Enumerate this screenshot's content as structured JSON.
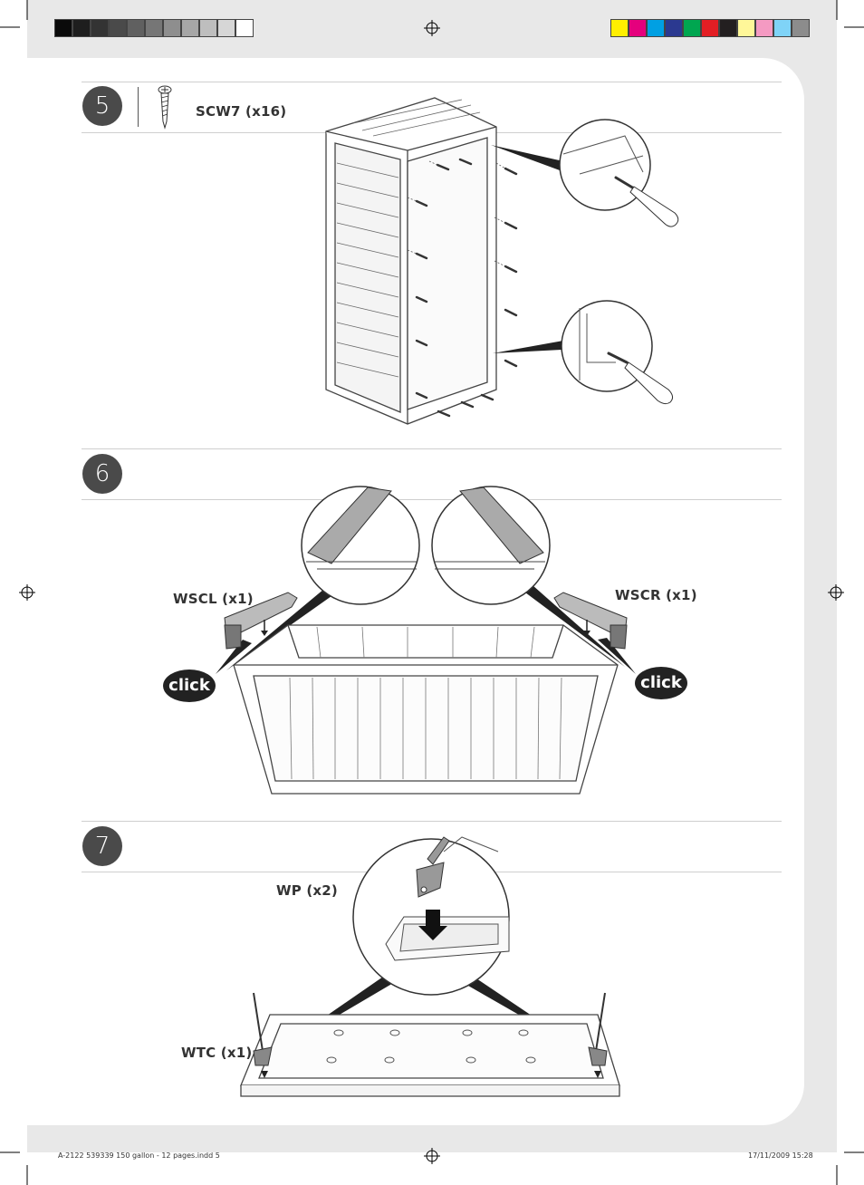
{
  "colors": {
    "grayscale": [
      "#0a0a0a",
      "#1e1e1e",
      "#333333",
      "#4a4a4a",
      "#606060",
      "#767676",
      "#8e8e8e",
      "#a6a6a6",
      "#bebebe",
      "#d6d6d6",
      "#ffffff"
    ],
    "process": [
      "#ffef00",
      "#e5007d",
      "#00a0e3",
      "#2b3990",
      "#00a650",
      "#e31e24",
      "#231f20",
      "#fff799",
      "#f49ac2",
      "#7fd3f7",
      "#8c8c8c"
    ]
  },
  "steps": {
    "s5": {
      "number": "5",
      "part_label": "SCW7 (x16)"
    },
    "s6": {
      "number": "6",
      "left_label": "WSCL (x1)",
      "right_label": "WSCR (x1)",
      "click_left": "click",
      "click_right": "click"
    },
    "s7": {
      "number": "7",
      "wp_label": "WP (x2)",
      "wtc_label": "WTC (x1)"
    }
  },
  "footer": {
    "file": "A-2122 539339 150 gallon - 12 pages.indd   5",
    "date": "17/11/2009   15:28"
  }
}
